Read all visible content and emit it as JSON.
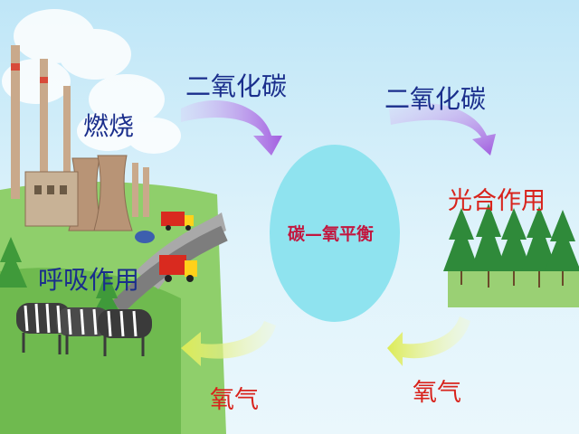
{
  "diagram": {
    "center_label": "碳—氧平衡",
    "labels": {
      "co2_left": "二氧化碳",
      "co2_right": "二氧化碳",
      "burning": "燃烧",
      "respiration": "呼吸作用",
      "photosynthesis": "光合作用",
      "oxygen_left": "氧气",
      "oxygen_right": "氧气"
    },
    "colors": {
      "background_top": "#bfe6f7",
      "center_ellipse": "#8fe3ef",
      "co2_arrow": "#b07ae0",
      "oxygen_arrow": "#e3f07a",
      "label_blue": "#1a2e8c",
      "label_red": "#d8231c"
    }
  }
}
